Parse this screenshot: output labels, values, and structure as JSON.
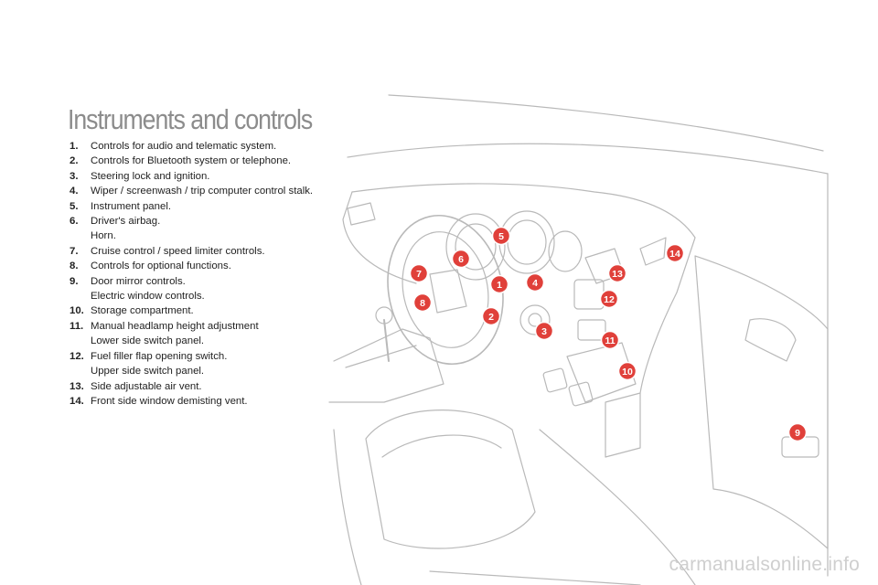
{
  "page": {
    "title": "Instruments and controls"
  },
  "legend": [
    {
      "number": "1.",
      "lines": [
        "Controls for audio and telematic system."
      ]
    },
    {
      "number": "2.",
      "lines": [
        "Controls for Bluetooth system or telephone."
      ]
    },
    {
      "number": "3.",
      "lines": [
        "Steering lock and ignition."
      ]
    },
    {
      "number": "4.",
      "lines": [
        "Wiper / screenwash / trip computer control stalk."
      ]
    },
    {
      "number": "5.",
      "lines": [
        "Instrument panel."
      ]
    },
    {
      "number": "6.",
      "lines": [
        "Driver's airbag.",
        "Horn."
      ]
    },
    {
      "number": "7.",
      "lines": [
        "Cruise control / speed limiter controls."
      ]
    },
    {
      "number": "8.",
      "lines": [
        "Controls for optional functions."
      ]
    },
    {
      "number": "9.",
      "lines": [
        "Door mirror controls.",
        "Electric window controls."
      ]
    },
    {
      "number": "10.",
      "lines": [
        "Storage compartment."
      ]
    },
    {
      "number": "11.",
      "lines": [
        "Manual headlamp height adjustment",
        "Lower side switch panel."
      ]
    },
    {
      "number": "12.",
      "lines": [
        "Fuel filler flap opening switch.",
        "Upper side switch panel."
      ]
    },
    {
      "number": "13.",
      "lines": [
        "Side adjustable air vent."
      ]
    },
    {
      "number": "14.",
      "lines": [
        "Front side window demisting vent."
      ]
    }
  ],
  "callouts": {
    "color": "#e0403a",
    "labels": [
      "1",
      "2",
      "3",
      "4",
      "5",
      "6",
      "7",
      "8",
      "9",
      "10",
      "11",
      "12",
      "13",
      "14"
    ]
  },
  "watermark": "carmanualsonline.info"
}
